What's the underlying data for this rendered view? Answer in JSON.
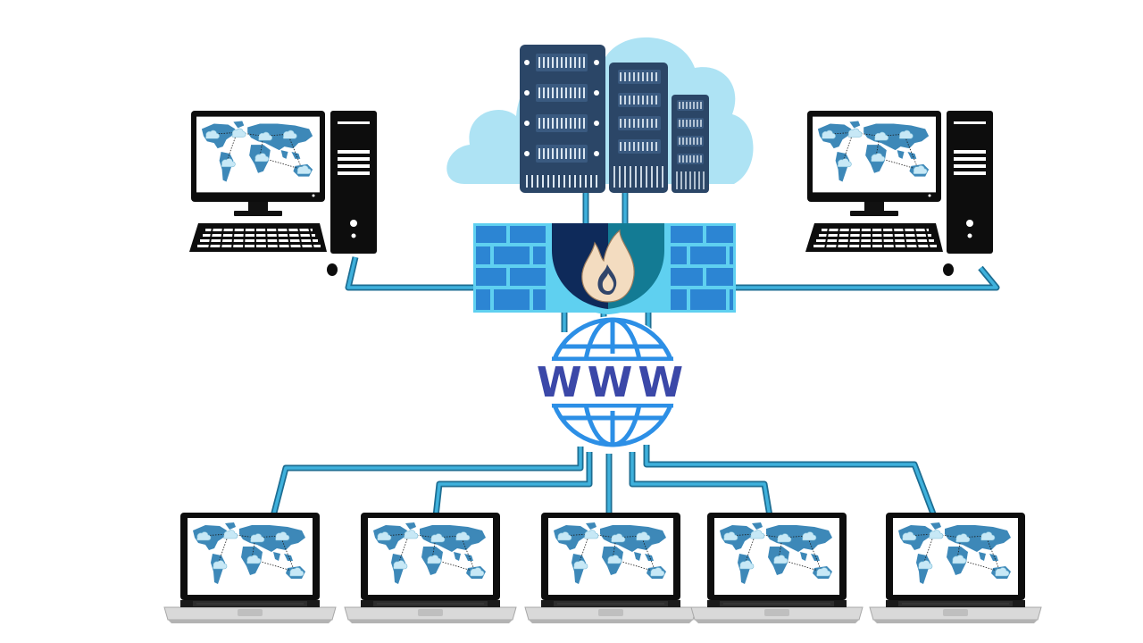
{
  "diagram": {
    "www_label": "WWW",
    "nodes": [
      {
        "id": "cloud-server",
        "icon": "server-cloud-icon"
      },
      {
        "id": "firewall",
        "icon": "firewall-icon"
      },
      {
        "id": "internet",
        "icon": "globe-icon"
      },
      {
        "id": "desktop-left",
        "icon": "desktop-computer-icon"
      },
      {
        "id": "desktop-right",
        "icon": "desktop-computer-icon"
      },
      {
        "id": "laptop-1",
        "icon": "laptop-icon"
      },
      {
        "id": "laptop-2",
        "icon": "laptop-icon"
      },
      {
        "id": "laptop-3",
        "icon": "laptop-icon"
      },
      {
        "id": "laptop-4",
        "icon": "laptop-icon"
      },
      {
        "id": "laptop-5",
        "icon": "laptop-icon"
      }
    ],
    "edges": [
      {
        "from": "cloud-server",
        "to": "firewall"
      },
      {
        "from": "desktop-left",
        "to": "firewall"
      },
      {
        "from": "desktop-right",
        "to": "firewall"
      },
      {
        "from": "firewall",
        "to": "internet"
      },
      {
        "from": "internet",
        "to": "laptop-1"
      },
      {
        "from": "internet",
        "to": "laptop-2"
      },
      {
        "from": "internet",
        "to": "laptop-3"
      },
      {
        "from": "internet",
        "to": "laptop-4"
      },
      {
        "from": "internet",
        "to": "laptop-5"
      }
    ],
    "colors": {
      "cable": "#2f9bc7",
      "cable_outline": "#1d6d92",
      "cloud": "#aee3f4",
      "server": "#2b4667",
      "firewall_brick": "#2c85d3",
      "firewall_mortar": "#5fd0f0",
      "shield_dark": "#0e2a5a",
      "shield_teal": "#137b94",
      "flame": "#f3dcc0",
      "globe": "#2c8fe6",
      "www_text": "#3b48a8",
      "map_land": "#3d88b8",
      "device_frame": "#0d0d0d"
    }
  }
}
